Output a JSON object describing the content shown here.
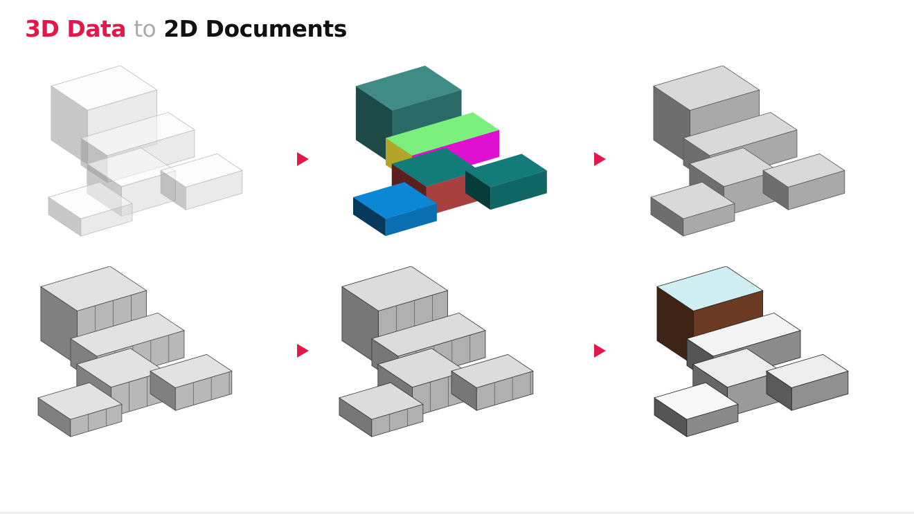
{
  "title": {
    "part1": "3D Data",
    "part2": "to",
    "part3": "2D Documents"
  },
  "colors": {
    "accent": "#e2184a",
    "muted": "#aaaaaa",
    "text": "#111111"
  },
  "stages": [
    {
      "name": "massing-glass"
    },
    {
      "name": "massing-colored"
    },
    {
      "name": "massing-solid"
    },
    {
      "name": "structure-grid"
    },
    {
      "name": "detailed-gray"
    },
    {
      "name": "rendered-materials"
    }
  ],
  "arrows": [
    "arrow-right-icon",
    "arrow-right-icon",
    "arrow-right-icon",
    "arrow-right-icon"
  ]
}
